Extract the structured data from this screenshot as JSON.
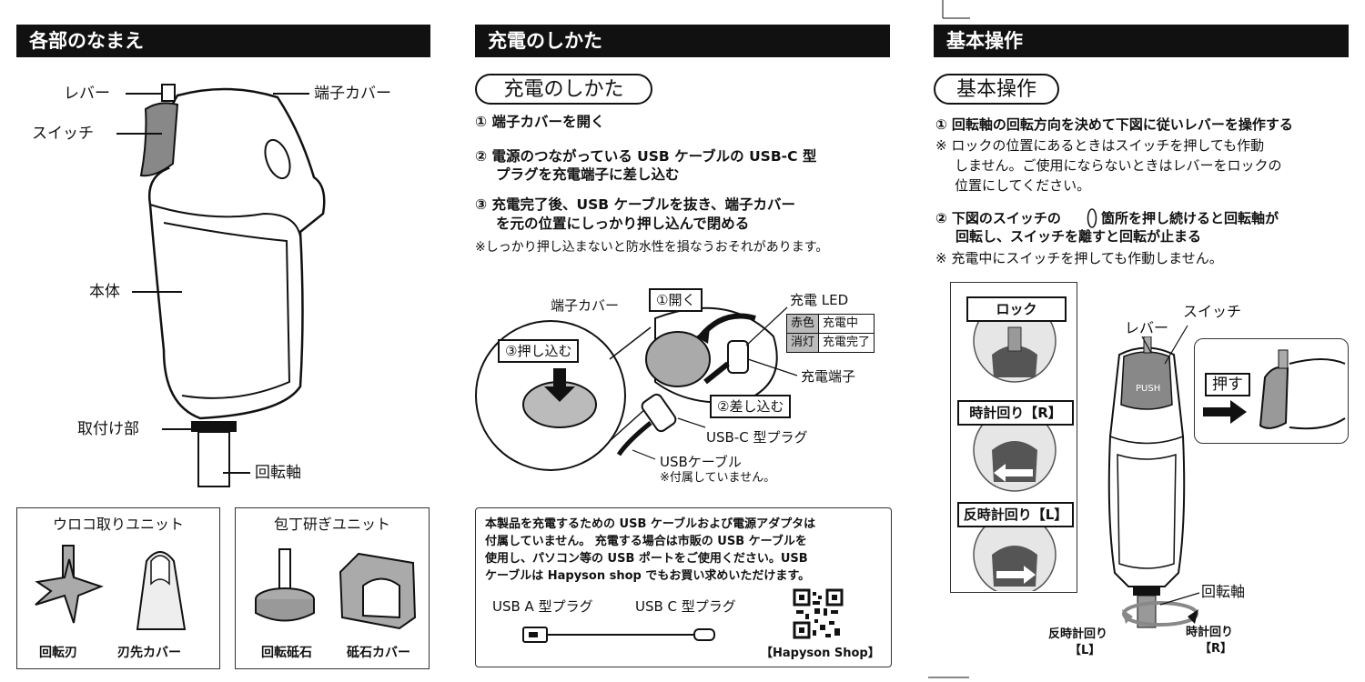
{
  "col1": {
    "header": "各部のなまえ",
    "labels": {
      "lever": "レバー",
      "terminal_cover": "端子カバー",
      "switch": "スイッチ",
      "body": "本体",
      "mount": "取付け部",
      "shaft": "回転軸"
    },
    "unit1": {
      "title": "ウロコ取りユニット",
      "item1": "回転刃",
      "item2": "刃先カバー"
    },
    "unit2": {
      "title": "包丁研ぎユニット",
      "item1": "回転砥石",
      "item2": "砥石カバー"
    }
  },
  "col2": {
    "header": "充電のしかた",
    "pill": "充電のしかた",
    "step1": "① 端子カバーを開く",
    "step2a": "② 電源のつながっている USB ケーブルの USB-C 型",
    "step2b": "プラグを充電端子に差し込む",
    "step3a": "③ 充電完了後、USB ケーブルを抜き、端子カバー",
    "step3b": "を元の位置にしっかり押し込んで閉める",
    "note": "※しっかり押し込まないと防水性を損なうおそれがあります。",
    "diagram": {
      "terminal_cover": "端子カバー",
      "open": "①開く",
      "push_in": "③押し込む",
      "insert": "②差し込む",
      "charge_led": "充電 LED",
      "led_red": "赤色",
      "led_red_state": "充電中",
      "led_off": "消灯",
      "led_off_state": "充電完了",
      "charge_terminal": "充電端子",
      "usbc_plug": "USB-C 型プラグ",
      "usb_cable": "USBケーブル",
      "not_included": "※付属していません。"
    },
    "box": {
      "line1": "本製品を充電するための USB ケーブルおよび電源アダプタは",
      "line2": "付属していません。 充電する場合は市販の USB ケーブルを",
      "line3": "使用し、パソコン等の USB ポートをご使用ください。USB",
      "line4": "ケーブルは Hapyson shop でもお買い求めいただけます。",
      "usb_a": "USB A 型プラグ",
      "usb_c": "USB C 型プラグ",
      "shop": "【Hapyson Shop】"
    }
  },
  "col3": {
    "header": "基本操作",
    "pill": "基本操作",
    "step1": "① 回転軸の回転方向を決めて下図に従いレバーを操作する",
    "note1a": "※ ロックの位置にあるときはスイッチを押しても作動",
    "note1b": "しません。ご使用にならないときはレバーをロックの",
    "note1c": "位置にしてください。",
    "step2a": "② 下図のスイッチの",
    "step2b": "箇所を押し続けると回転軸が",
    "step2c": "回転し、スイッチを離すと回転が止まる",
    "note2": "※ 充電中にスイッチを押しても作動しません。",
    "diagram": {
      "lock": "ロック",
      "cw": "時計回り【R】",
      "ccw": "反時計回り【L】",
      "lever": "レバー",
      "switch": "スイッチ",
      "push_word": "PUSH",
      "press": "押す",
      "shaft": "回転軸",
      "ccw_label1": "反時計回り",
      "ccw_label2": "【L】",
      "cw_label1": "時計回り",
      "cw_label2": "【R】"
    }
  }
}
